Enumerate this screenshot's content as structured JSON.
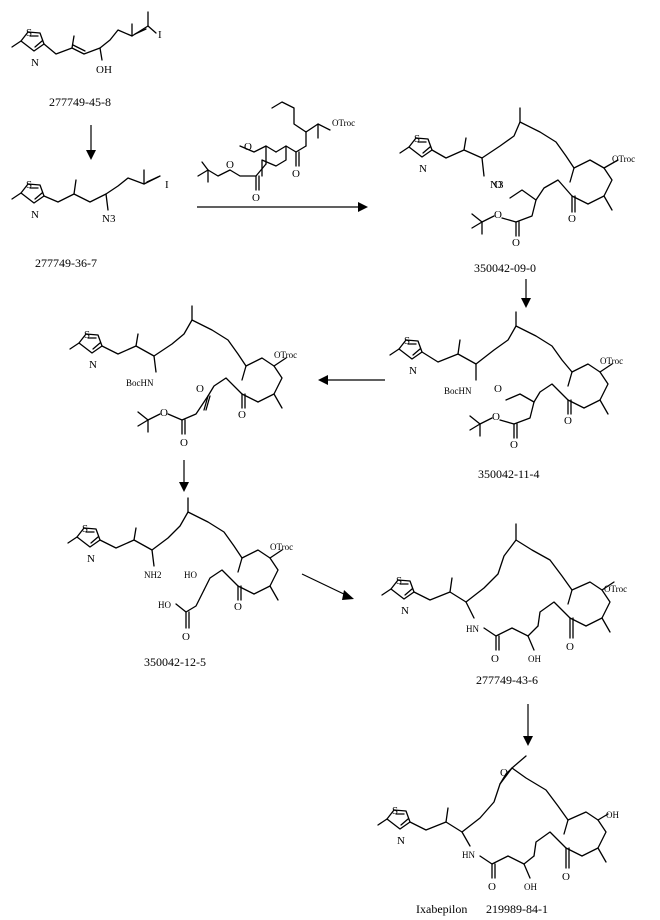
{
  "compounds": {
    "c1": {
      "cas": "277749-45-8",
      "oh": "OH",
      "i": "I",
      "s": "S",
      "n": "N"
    },
    "c2": {
      "cas": "277749-36-7",
      "n3": "N3",
      "i": "I",
      "s": "S",
      "n": "N"
    },
    "reagent": {
      "otroc": "OTroc",
      "ome_o": "O",
      "ester_o1": "O",
      "ester_o2": "O",
      "keto_o": "O"
    },
    "c3": {
      "cas": "350042-09-0",
      "n3": "N3",
      "otroc": "OTroc",
      "ome_o": "O",
      "ester_o1": "O",
      "ester_o2": "O",
      "keto_o": "O",
      "s": "S",
      "n": "N"
    },
    "c4": {
      "cas": "350042-11-4",
      "boc": "BocHN",
      "otroc": "OTroc",
      "ome_o": "O",
      "ester_o1": "O",
      "ester_o2": "O",
      "keto_o": "O",
      "s": "S",
      "n": "N"
    },
    "c5": {
      "boc": "BocHN",
      "otroc": "OTroc",
      "k1": "O",
      "k2": "O",
      "ester_o1": "O",
      "ester_o2": "O",
      "s": "S",
      "n": "N"
    },
    "c6": {
      "cas": "350042-12-5",
      "nh2": "NH2",
      "ho": "HO",
      "otroc": "OTroc",
      "acid_ho": "HO",
      "acid_o": "O",
      "keto_o": "O",
      "s": "S",
      "n": "N"
    },
    "c7": {
      "cas": "277749-43-6",
      "hn": "HN",
      "otroc": "OTroc",
      "oh": "OH",
      "amide_o": "O",
      "keto_o": "O",
      "s": "S",
      "n": "N"
    },
    "c8": {
      "cas": "219989-84-1",
      "name": "Ixabepilon",
      "hn": "HN",
      "oh1": "OH",
      "oh2": "OH",
      "epox_o": "O",
      "amide_o": "O",
      "keto_o": "O",
      "s": "S",
      "n": "N"
    }
  }
}
